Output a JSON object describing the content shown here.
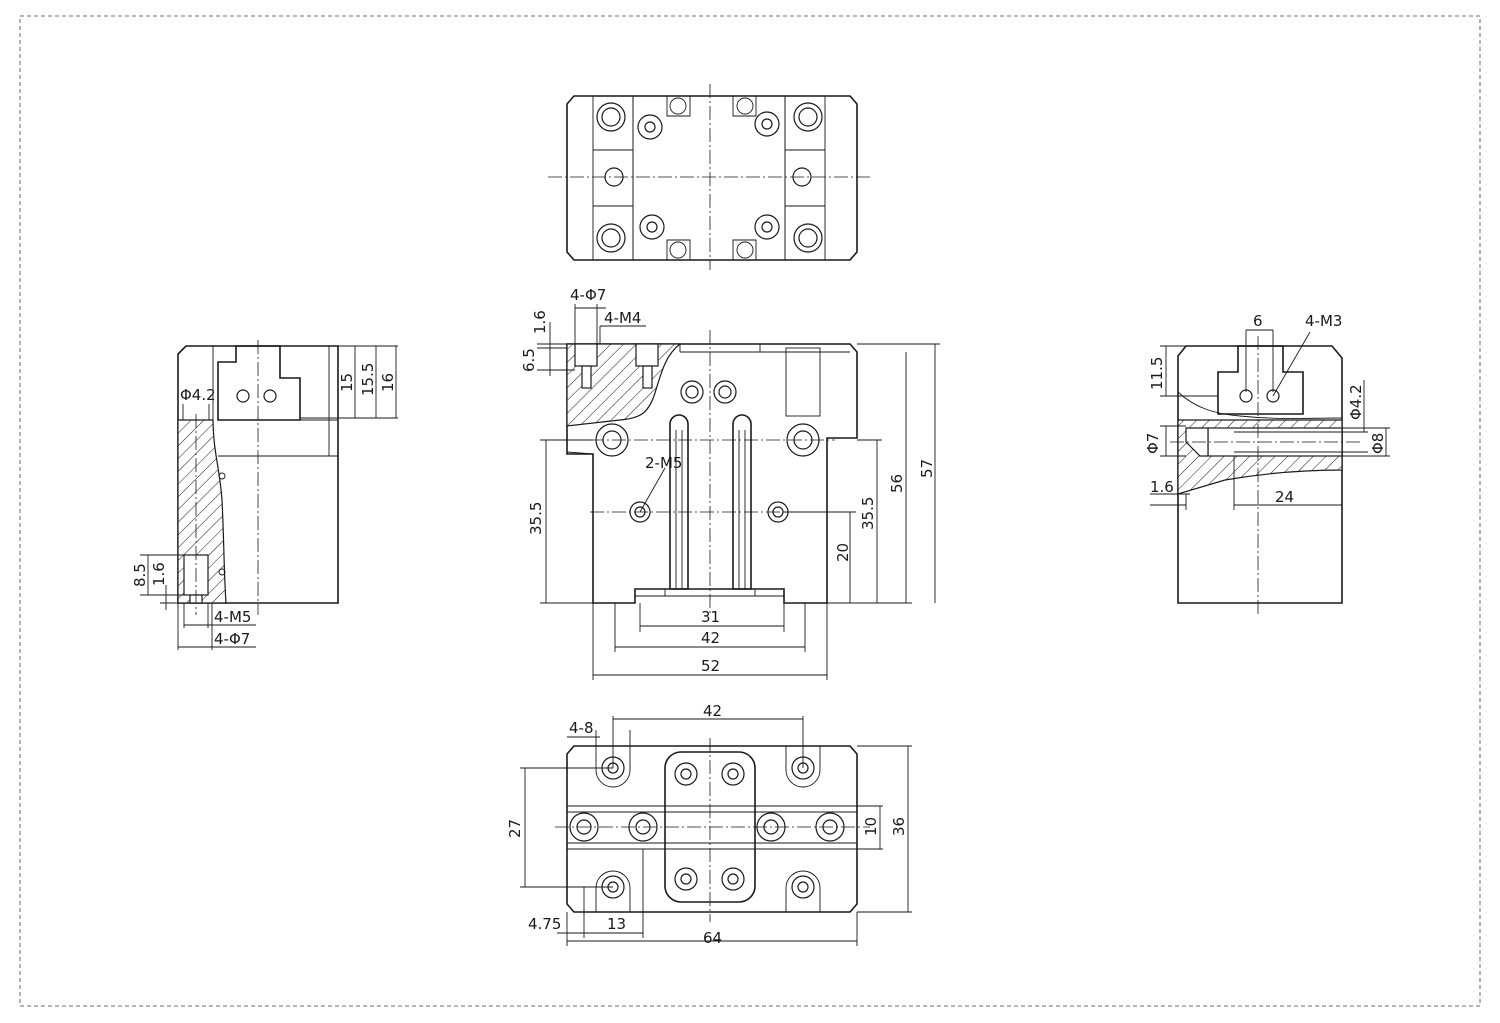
{
  "labels": {
    "front": {
      "d4phi7": "4-Φ7",
      "d4m4": "4-M4",
      "d1_6": "1.6",
      "d6_5": "6.5",
      "d2m5": "2-M5",
      "d35_5_left": "35.5",
      "d35_5_right": "35.5",
      "d20": "20",
      "d56": "56",
      "d57": "57",
      "d31": "31",
      "d42": "42",
      "d52": "52"
    },
    "left": {
      "phi4_2": "Φ4.2",
      "d15": "15",
      "d15_5": "15.5",
      "d16": "16",
      "d8_5": "8.5",
      "d1_6": "1.6",
      "m5": "4-M5",
      "phi7": "4-Φ7"
    },
    "right": {
      "d6": "6",
      "m3": "4-M3",
      "d11_5": "11.5",
      "phi4_2": "Φ4.2",
      "phi7": "Φ7",
      "phi8": "Φ8",
      "d1_6": "1.6",
      "d24": "24"
    },
    "bottom": {
      "d4_8": "4-8",
      "d42": "42",
      "d27": "27",
      "d10": "10",
      "d36": "36",
      "d4_75": "4.75",
      "d13": "13",
      "d64": "64"
    }
  }
}
